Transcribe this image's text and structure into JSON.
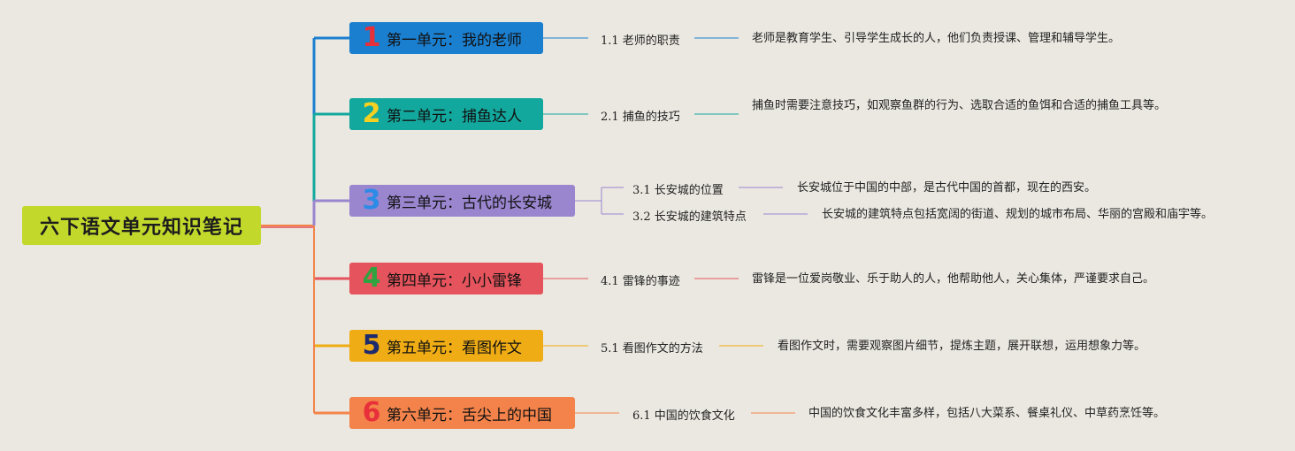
{
  "root": {
    "label": "六下语文单元知识笔记",
    "color": "#c2d92b"
  },
  "units": [
    {
      "number": "1",
      "title": "第一单元：我的老师",
      "color": "#1b7fd0",
      "num_color": "#e8303a",
      "line_color": "#1b7fd0",
      "topics": [
        {
          "label": "1.1 老师的职责",
          "note": "老师是教育学生、引导学生成长的人，他们负责授课、管理和辅导学生。"
        }
      ]
    },
    {
      "number": "2",
      "title": "第二单元：捕鱼达人",
      "color": "#13a89e",
      "num_color": "#f5d020",
      "line_color": "#13a89e",
      "topics": [
        {
          "label": "2.1 捕鱼的技巧",
          "note": "捕鱼时需要注意技巧，如观察鱼群的行为、选取合适的鱼饵和合适的捕鱼工具等。"
        }
      ]
    },
    {
      "number": "3",
      "title": "第三单元：古代的长安城",
      "color": "#9a86cf",
      "num_color": "#2b8be6",
      "line_color": "#9a86cf",
      "topics": [
        {
          "label": "3.1 长安城的位置",
          "note": "长安城位于中国的中部，是古代中国的首都，现在的西安。"
        },
        {
          "label": "3.2 长安城的建筑特点",
          "note": "长安城的建筑特点包括宽阔的街道、规划的城市布局、华丽的宫殿和庙宇等。"
        }
      ]
    },
    {
      "number": "4",
      "title": "第四单元：小小雷锋",
      "color": "#e5535c",
      "num_color": "#2ea340",
      "line_color": "#e5535c",
      "topics": [
        {
          "label": "4.1 雷锋的事迹",
          "note": "雷锋是一位爱岗敬业、乐于助人的人，他帮助他人，关心集体，严谨要求自己。"
        }
      ]
    },
    {
      "number": "5",
      "title": "第五单元：看图作文",
      "color": "#efac14",
      "num_color": "#1e2a6e",
      "line_color": "#efac14",
      "topics": [
        {
          "label": "5.1 看图作文的方法",
          "note": "看图作文时，需要观察图片细节，提炼主题，展开联想，运用想象力等。"
        }
      ]
    },
    {
      "number": "6",
      "title": "第六单元：舌尖上的中国",
      "color": "#f3834a",
      "num_color": "#e8303a",
      "line_color": "#f3834a",
      "topics": [
        {
          "label": "6.1 中国的饮食文化",
          "note": "中国的饮食文化丰富多样，包括八大菜系、餐桌礼仪、中草药烹饪等。"
        }
      ]
    }
  ]
}
